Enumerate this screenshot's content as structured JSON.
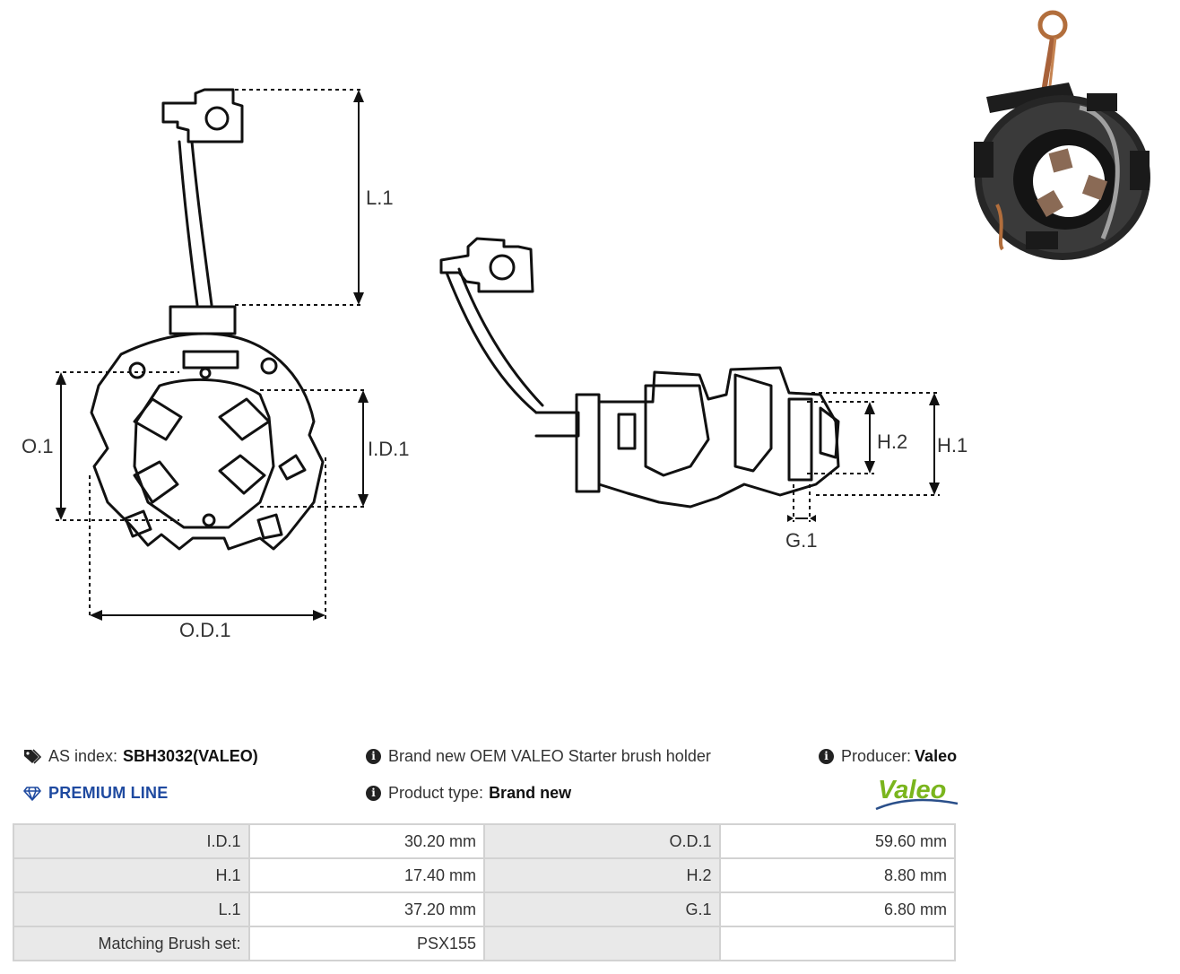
{
  "diagram": {
    "dim_labels": {
      "l1": "L.1",
      "o1": "O.1",
      "id1": "I.D.1",
      "od1": "O.D.1",
      "h1": "H.1",
      "h2": "H.2",
      "g1": "G.1"
    }
  },
  "info": {
    "as_index_label": "AS index:",
    "as_index_value": "SBH3032(VALEO)",
    "premium_label": "PREMIUM LINE",
    "description": "Brand new OEM VALEO Starter brush holder",
    "product_type_label": "Product type:",
    "product_type_value": "Brand new",
    "producer_label": "Producer:",
    "producer_value": "Valeo",
    "brand_logo_text": "Valeo"
  },
  "specs": [
    {
      "k1": "I.D.1",
      "v1": "30.20 mm",
      "k2": "O.D.1",
      "v2": "59.60 mm"
    },
    {
      "k1": "H.1",
      "v1": "17.40 mm",
      "k2": "H.2",
      "v2": "8.80 mm"
    },
    {
      "k1": "L.1",
      "v1": "37.20 mm",
      "k2": "G.1",
      "v2": "6.80 mm"
    },
    {
      "k1": "Matching Brush set:",
      "v1": "PSX155",
      "k2": "",
      "v2": ""
    }
  ],
  "colors": {
    "premium": "#1f4aa0",
    "valeo_green": "#7ab51d",
    "table_key_bg": "#e9e9e9",
    "table_border": "#d2d2d2"
  },
  "icons": {
    "tag": "tag-icon",
    "diamond": "diamond-icon",
    "info": "info-icon"
  }
}
